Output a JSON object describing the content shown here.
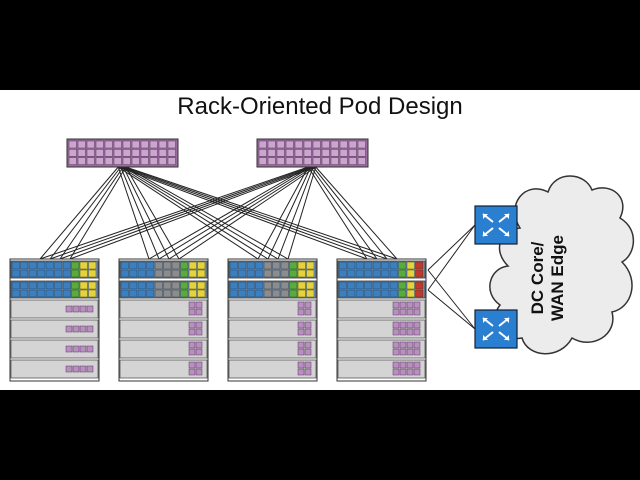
{
  "title": "Rack-Oriented Pod Design",
  "cloud": {
    "line1": "DC Core/",
    "line2": "WAN Edge"
  },
  "colors": {
    "spine": "#9b6a9f",
    "port_blue": "#3b7fbf",
    "port_gray": "#8c8c8c",
    "port_green": "#5aaa3c",
    "port_yellow": "#e6d23a",
    "port_red": "#c0392b",
    "unit": "#d4d4d4",
    "router": "#2b7fd0"
  },
  "icons": [
    "router-icon",
    "spine-switch",
    "leaf-switch",
    "server-unit",
    "cloud"
  ]
}
